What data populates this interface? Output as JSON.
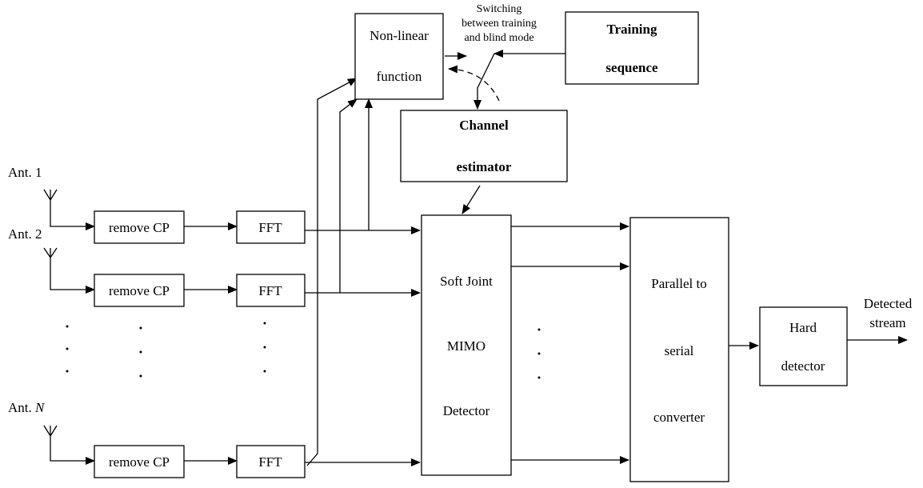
{
  "blocks": {
    "nonlinear": [
      "Non-linear",
      "function"
    ],
    "training": [
      "Training",
      "sequence"
    ],
    "channel": [
      "Channel",
      "estimator"
    ],
    "remove_cp": "remove CP",
    "fft": "FFT",
    "soft_joint": [
      "Soft Joint",
      "MIMO",
      "Detector"
    ],
    "p2s": [
      "Parallel to",
      "serial",
      "converter"
    ],
    "hard": [
      "Hard",
      "detector"
    ]
  },
  "annotations": {
    "switching": [
      "Switching",
      "between training",
      "and blind mode"
    ],
    "detected": [
      "Detected",
      "stream"
    ]
  },
  "antennas": {
    "ant1": "Ant. 1",
    "ant2": "Ant. 2",
    "antN_prefix": "Ant. ",
    "antN_var": "N"
  },
  "ellipsis": "·"
}
